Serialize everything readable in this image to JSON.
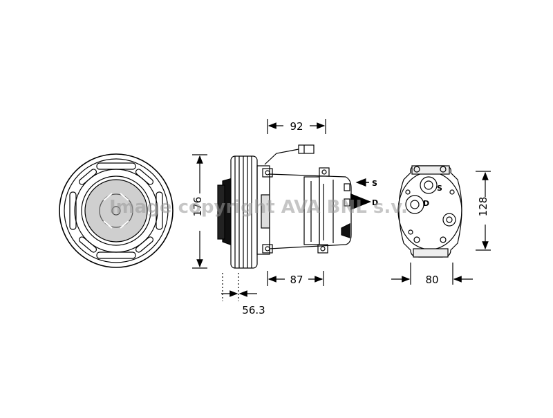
{
  "drawing": {
    "dimensions": {
      "top_width": "92",
      "height": "176",
      "clutch_offset": "56.3",
      "body_length": "87",
      "end_height": "128",
      "end_width": "80"
    },
    "ports": {
      "suction": "S",
      "discharge": "D"
    },
    "watermark": "Image copyright AVA BNL s.v."
  }
}
